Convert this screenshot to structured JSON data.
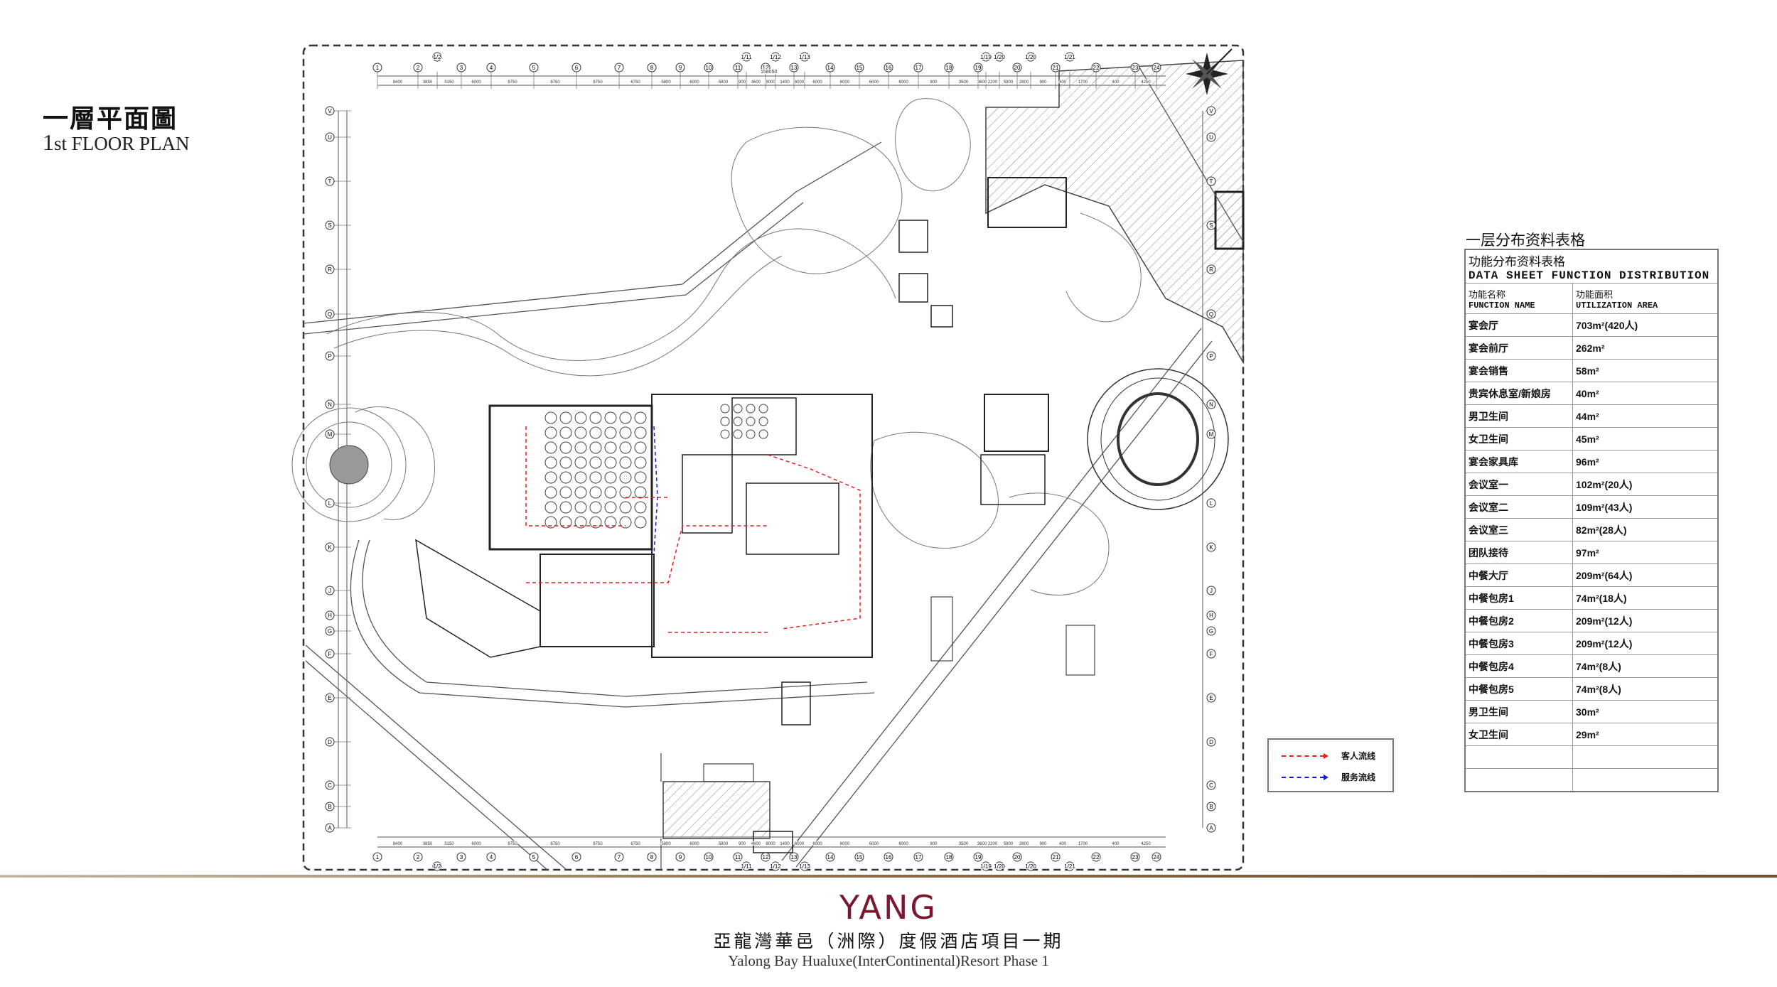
{
  "header": {
    "title_cn": "一層平面圖",
    "title_en_num": "1",
    "title_en_rest": "st FLOOR PLAN"
  },
  "floorplan": {
    "column_axes": [
      "1",
      "2",
      "1/2",
      "3",
      "4",
      "5",
      "6",
      "7",
      "8",
      "9",
      "10",
      "11",
      "1/11",
      "12",
      "1/12",
      "13",
      "1/13",
      "14",
      "15",
      "16",
      "17",
      "18",
      "19",
      "1/19",
      "1/20",
      "20",
      "1/20",
      "21",
      "1/21",
      "22",
      "23",
      "24"
    ],
    "row_axes": [
      "V",
      "U",
      "T",
      "S",
      "R",
      "Q",
      "P",
      "N",
      "M",
      "L",
      "K",
      "J",
      "H",
      "G",
      "F",
      "E",
      "D",
      "C",
      "B",
      "A"
    ],
    "top_dimensions": [
      "8400",
      "3850",
      "5150",
      "6000",
      "8750",
      "8750",
      "8750",
      "6750",
      "5800",
      "6000",
      "5800",
      "900",
      "4600",
      "6000",
      "1400",
      "6000",
      "6000",
      "6000",
      "6000",
      "6000",
      "800",
      "3500",
      "3600",
      "2200",
      "5800",
      "2800",
      "900",
      "400",
      "1700",
      "400",
      "4250"
    ],
    "overall_dimension": "158050"
  },
  "legend": {
    "items": [
      {
        "label": "客人流线",
        "color": "#e02020"
      },
      {
        "label": "服务流线",
        "color": "#1020d0"
      }
    ]
  },
  "table": {
    "title": "一层分布资料表格",
    "caption_cn": "功能分布资料表格",
    "caption_en": "DATA SHEET FUNCTION DISTRIBUTION",
    "col1_cn": "功能名称",
    "col1_en": "FUNCTION NAME",
    "col2_cn": "功能面积",
    "col2_en": "UTILIZATION AREA",
    "rows": [
      {
        "name": "宴会厅",
        "area": "703m²(420人)"
      },
      {
        "name": "宴会前厅",
        "area": "262m²"
      },
      {
        "name": "宴会销售",
        "area": "58m²"
      },
      {
        "name": "贵宾休息室/新娘房",
        "area": "40m²"
      },
      {
        "name": "男卫生间",
        "area": "44m²"
      },
      {
        "name": "女卫生间",
        "area": "45m²"
      },
      {
        "name": "宴会家具库",
        "area": "96m²"
      },
      {
        "name": "会议室一",
        "area": "102m²(20人)"
      },
      {
        "name": "会议室二",
        "area": "109m²(43人)"
      },
      {
        "name": "会议室三",
        "area": "82m²(28人)"
      },
      {
        "name": "团队接待",
        "area": "97m²"
      },
      {
        "name": "中餐大厅",
        "area": "209m²(64人)"
      },
      {
        "name": "中餐包房1",
        "area": "74m²(18人)"
      },
      {
        "name": "中餐包房2",
        "area": "209m²(12人)"
      },
      {
        "name": "中餐包房3",
        "area": "209m²(12人)"
      },
      {
        "name": "中餐包房4",
        "area": "74m²(8人)"
      },
      {
        "name": "中餐包房5",
        "area": "74m²(8人)"
      },
      {
        "name": "男卫生间",
        "area": "30m²"
      },
      {
        "name": "女卫生间",
        "area": "29m²"
      },
      {
        "name": "",
        "area": ""
      },
      {
        "name": "",
        "area": ""
      }
    ]
  },
  "footer": {
    "brand": "YANG",
    "project_cn": "亞龍灣華邑（洲際）度假酒店項目一期",
    "project_en": "Yalong Bay Hualuxe(InterContinental)Resort Phase 1"
  }
}
